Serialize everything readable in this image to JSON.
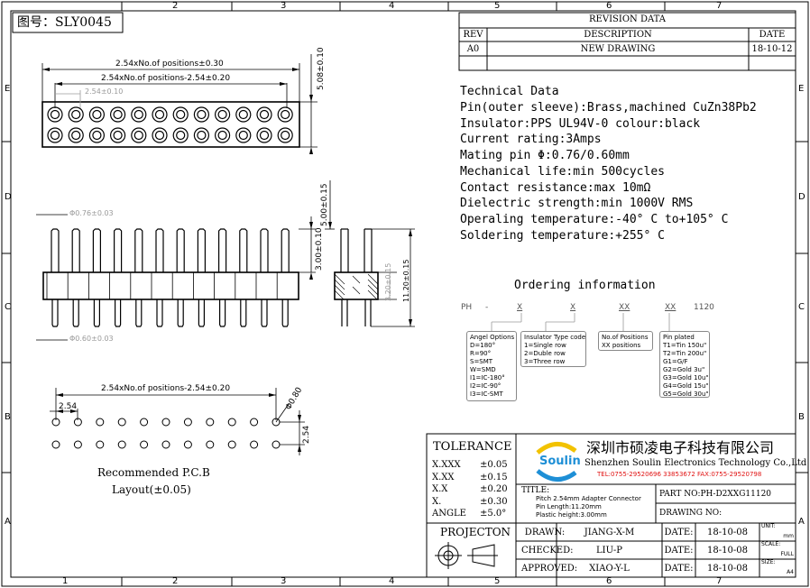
{
  "drawing_id": "图号：SLY0045",
  "grid": {
    "cols_top": [
      "2",
      "3",
      "4",
      "5",
      "6",
      "7"
    ],
    "cols_bottom": [
      "1",
      "2",
      "3",
      "4",
      "5",
      "6",
      "7"
    ],
    "rows": [
      "E",
      "D",
      "C",
      "B",
      "A"
    ]
  },
  "revision": {
    "title": "REVISION DATA",
    "headers": [
      "REV",
      "DESCRIPTION",
      "DATE"
    ],
    "rows": [
      [
        "A0",
        "NEW DRAWING",
        "18-10-12"
      ]
    ]
  },
  "technical": {
    "title": "Technical Data",
    "lines": [
      "Pin(outer sleeve):Brass,machined CuZn38Pb2",
      "Insulator:PPS UL94V-0 colour:black",
      "Current rating:3Amps",
      "Mating pin Φ:0.76/0.60mm",
      "Mechanical life:min 500cycles",
      "Contact resistance:max 10mΩ",
      "Dielectric strength:min 1000V RMS",
      "Operaling temperature:-40° C  to+105° C",
      "Soldering temperature:+255° C"
    ]
  },
  "ordering": {
    "title": "Ordering information",
    "code": [
      "PH",
      "-",
      "X",
      "X",
      "XX",
      "XX",
      "1120"
    ],
    "boxes": [
      "Angel Options\nD=180°\nR=90°\nS=SMT\nW=SMD\nI1=IC-180°\nI2=IC-90°\nI3=IC-SMT",
      "Insulator Type code\n1=Single row\n2=Duble row\n3=Three row",
      "No.of Positions\nXX positions",
      "Pin plated\nT1=Tin 150u\"\nT2=Tin 200u\"\nG1=G/F\nG2=Gold 3u\"\nG3=Gold 10u\"\nG4=Gold 15u\"\nG5=Gold 30u\""
    ]
  },
  "dims": {
    "top_total": "2.54xNo.of positions±0.30",
    "top_inner": "2.54xNo.of positions-2.54±0.20",
    "pitch": "2.54±0.10",
    "height_top": "5.08±0.10",
    "d076": "Φ0.76±0.03",
    "d060": "Φ0.60±0.03",
    "upper_len": "3.00±0.10",
    "side_upper": "5.00±0.15",
    "side_body": "3.20±0.15",
    "side_total": "11.20±0.15",
    "pcb_inner": "2.54xNo.of positions-2.54±0.20",
    "pcb_pitch": "2.54",
    "pcb_row": "2.54",
    "pcb_hole": "Φ0.80"
  },
  "pcb_caption": [
    "Recommended  P.C.B",
    "Layout(±0.05)"
  ],
  "tolerance": {
    "title": "TOLERANCE",
    "rows": [
      [
        "X.XXX",
        "±0.05"
      ],
      [
        "X.XX",
        "±0.15"
      ],
      [
        "X.X",
        "±0.20"
      ],
      [
        "X.",
        "±0.30"
      ],
      [
        "ANGLE",
        "±5.0°"
      ]
    ]
  },
  "projection": "PROJECTON",
  "company": {
    "logo": "Soulin",
    "name_cn": "深圳市硕凌电子科技有限公司",
    "name_en": "Shenzhen Soulin Electronics Technology Co.,Ltd",
    "contact": "TEL:0755-29520696  33853672   FAX:0755-29520798"
  },
  "title_block": {
    "title_label": "TITLE:",
    "title_lines": [
      "Pitch 2.54mm Adapter Connector",
      "Pin Length:11.20mm",
      "Plastic height:3.00mm"
    ],
    "part_no": "PART NO:PH-D2XXG11120",
    "drawing_no": "DRAWING NO:",
    "rows": [
      {
        "role": "DRAWN:",
        "name": "JIANG-X-M",
        "date_label": "DATE:",
        "date": "18-10-08",
        "meta_label": "UNIT:",
        "meta": "mm"
      },
      {
        "role": "CHECKED:",
        "name": "LIU-P",
        "date_label": "DATE:",
        "date": "18-10-08",
        "meta_label": "SCALE:",
        "meta": "FULL"
      },
      {
        "role": "APPROVED:",
        "name": "XIAO-Y-L",
        "date_label": "DATE:",
        "date": "18-10-08",
        "meta_label": "SIZE:",
        "meta": "A4"
      }
    ]
  },
  "colors": {
    "logo_blue": "#1e8fd6",
    "logo_yellow": "#f2c200",
    "contact_red": "#e01010",
    "dim_gray": "#9a9a9a"
  }
}
